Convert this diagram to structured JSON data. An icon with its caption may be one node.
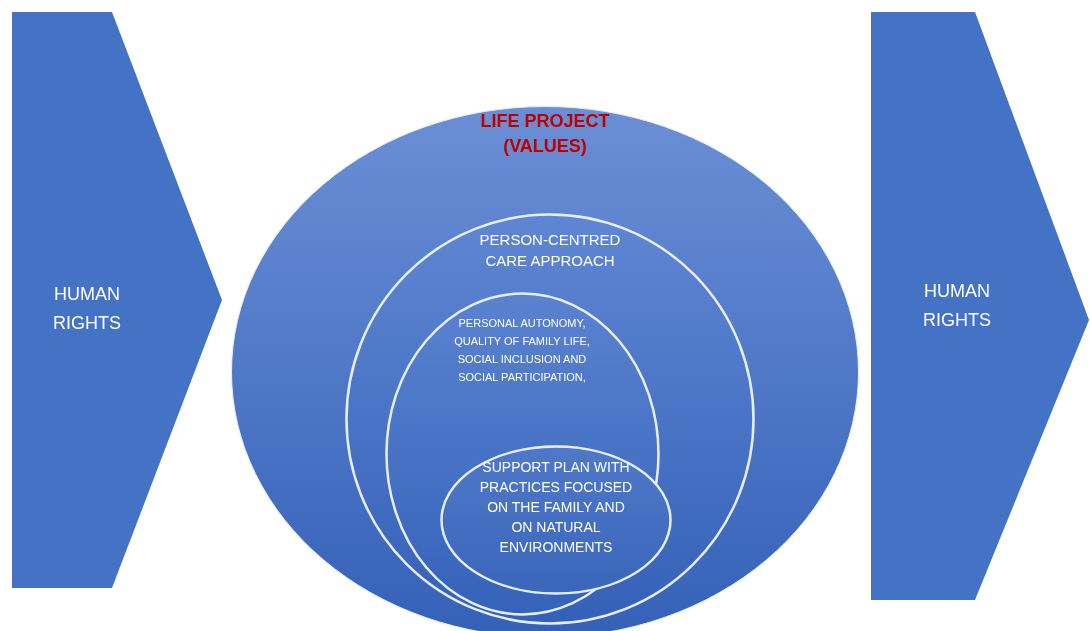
{
  "diagram": {
    "nodes": [
      {
        "text": [
          "HUMAN RIGHTS"
        ]
      },
      {
        "text": [
          "LIFE PROJECT (VALUES)"
        ]
      },
      {
        "text": [
          "PERSON-CENTRED CARE APPROACH"
        ],
        "in": 1
      },
      {
        "text": [
          "PERSONAL AUTONOMY, QUALITY OF FAMILY LIFE, SOCIAL INCLUSION AND SOCIAL PARTICIPATION,"
        ],
        "in": 2
      },
      {
        "text": [
          "SUPPORT PLAN WITH PRACTICES FOCUSED ON THE FAMILY AND ON NATURAL ENVIRONMENTS"
        ],
        "in": 3
      },
      {
        "text": [
          "HUMAN RIGHTS"
        ]
      }
    ]
  }
}
